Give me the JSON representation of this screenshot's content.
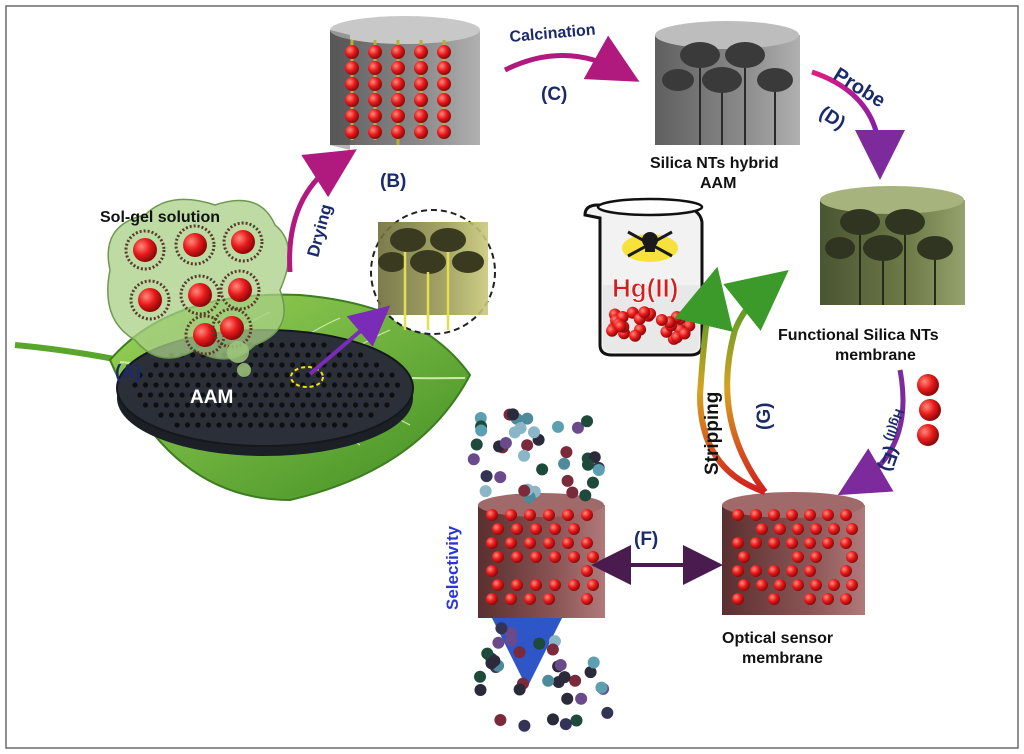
{
  "labels": {
    "step_a": "(A)",
    "step_b": "(B)",
    "step_c": "(C)",
    "step_d": "(D)",
    "step_e": "(E)",
    "step_f": "(F)",
    "step_g": "(G)",
    "sol_gel": "Sol-gel solution",
    "aam": "AAM",
    "drying": "Drying",
    "calcination": "Calcination",
    "probe": "Probe",
    "silica_hybrid_l1": "Silica NTs hybrid",
    "silica_hybrid_l2": "AAM",
    "functional_l1": "Functional Silica NTs",
    "functional_l2": "membrane",
    "hg": "Hg(II)",
    "hg_arrow": "Hg(II)",
    "stripping": "Stripping",
    "selectivity": "Selectivity",
    "optical_l1": "Optical sensor",
    "optical_l2": "membrane"
  },
  "colors": {
    "step_label": "#1b2a6b",
    "hg_text": "#d41f1f",
    "selectivity": "#2b36d8",
    "arrow_magenta": "#b0197e",
    "arrow_purple": "#7d2a9c",
    "sphere_red": "#e8191b",
    "leaf_green": "#6bb53a",
    "membrane_dark": "#2b3038",
    "membrane_gray": "#7a7a7a",
    "membrane_olive": "#5f6a3f",
    "membrane_brown": "#7a4848"
  }
}
